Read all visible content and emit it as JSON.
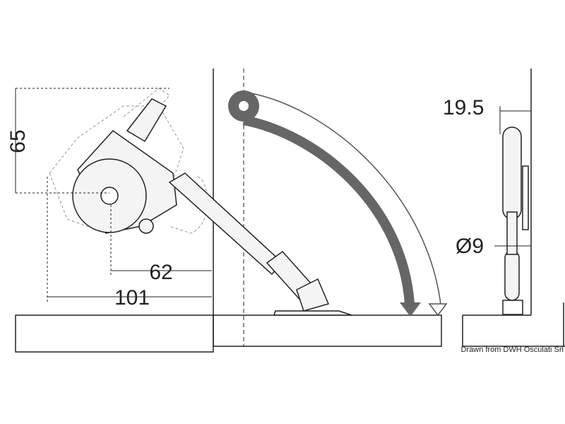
{
  "dimensions": {
    "height": "65",
    "pivot_offset": "62",
    "overall_width": "101",
    "side_width": "19.5",
    "rod_diameter": "Ø9"
  },
  "credit": "Drawn from DWH Osculati Srl",
  "colors": {
    "line": "#222222",
    "arrow_fill": "#666666",
    "part_fill": "#f4f4f4"
  }
}
